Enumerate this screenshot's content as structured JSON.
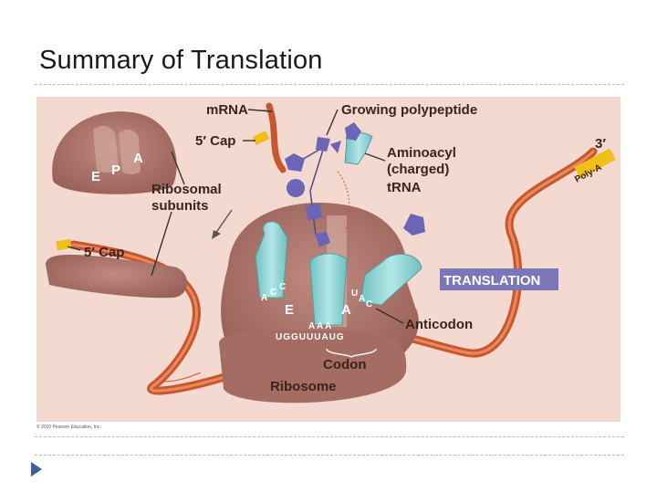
{
  "slide": {
    "title": "Summary of Translation",
    "copyright": "© 2010 Pearson Education, Inc."
  },
  "figure": {
    "labels": {
      "mrna": "mRNA",
      "growing_polypeptide": "Growing polypeptide",
      "five_cap_top": "5′ Cap",
      "five_cap_left": "5′ Cap",
      "three_prime": "3′",
      "poly_a": "Poly-A",
      "ribosomal": "Ribosomal",
      "subunits": "subunits",
      "aminoacyl": "Aminoacyl",
      "charged": "(charged)",
      "trna": "tRNA",
      "translation_banner": "TRANSLATION",
      "anticodon": "Anticodon",
      "codon": "Codon",
      "ribosome": "Ribosome"
    },
    "sites": {
      "e": "E",
      "p": "P",
      "a": "A"
    },
    "anticodon_e": [
      "A",
      "C",
      "C"
    ],
    "anticodon_p": [
      "A",
      "A",
      "A"
    ],
    "anticodon_a": [
      "U",
      "A",
      "C"
    ],
    "codon_sequence": "UGGUUUAUG",
    "colors": {
      "ribosome": "#b07a70",
      "trna": "#8ed3d4",
      "mrna": "#c8562e",
      "amino_acid": "#6a65b6",
      "cap": "#f0c018",
      "banner": "#7a76b8"
    }
  }
}
